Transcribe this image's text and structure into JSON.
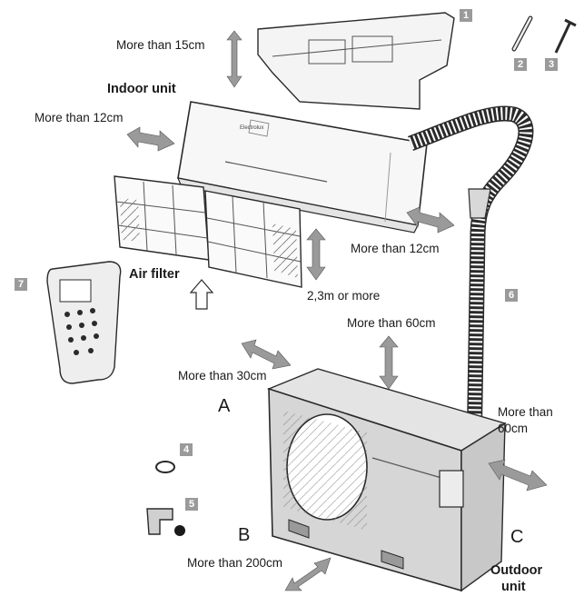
{
  "labels": {
    "clearance_top": "More than 15cm",
    "indoor_unit": "Indoor unit",
    "clearance_left": "More than 12cm",
    "clearance_right": "More than 12cm",
    "air_filter": "Air filter",
    "height": "2,3m or more",
    "clearance_front_outdoor": "More than 60cm",
    "clearance_left_outdoor": "More than 30cm",
    "clearance_right_outdoor_line1": "More than",
    "clearance_right_outdoor_line2": "60cm",
    "clearance_rear_outdoor": "More than 200cm",
    "outdoor_unit_line1": "Outdoor",
    "outdoor_unit_line2": "unit",
    "brand": "Electrolux"
  },
  "sides": {
    "a": "A",
    "b": "B",
    "c": "C"
  },
  "parts": [
    "1",
    "2",
    "3",
    "4",
    "5",
    "6",
    "7"
  ],
  "colors": {
    "outline": "#2a2a2a",
    "unit_fill": "#f2f2f2",
    "outdoor_fill": "#d6d6d6",
    "arrow_fill": "#9a9a9a",
    "tag_fill": "#9a9a9a"
  }
}
